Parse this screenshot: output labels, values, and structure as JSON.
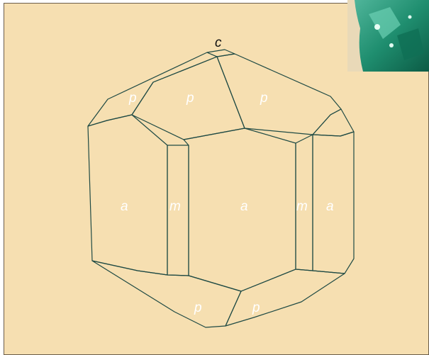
{
  "diagram": {
    "labels": {
      "c": "c",
      "p_top_left": "p",
      "p_top_center": "p",
      "p_top_right": "p",
      "a_left": "a",
      "m_left": "m",
      "a_center": "a",
      "m_right": "m",
      "a_right": "a",
      "p_bottom_left": "p",
      "p_bottom_right": "p"
    },
    "colors": {
      "background": "#f6dfb1",
      "face_light": "#7fbcb0",
      "face_mid": "#4e998d",
      "face_dark": "#2f7468",
      "edge": "#1f4a44",
      "label": "#ffffff"
    }
  }
}
